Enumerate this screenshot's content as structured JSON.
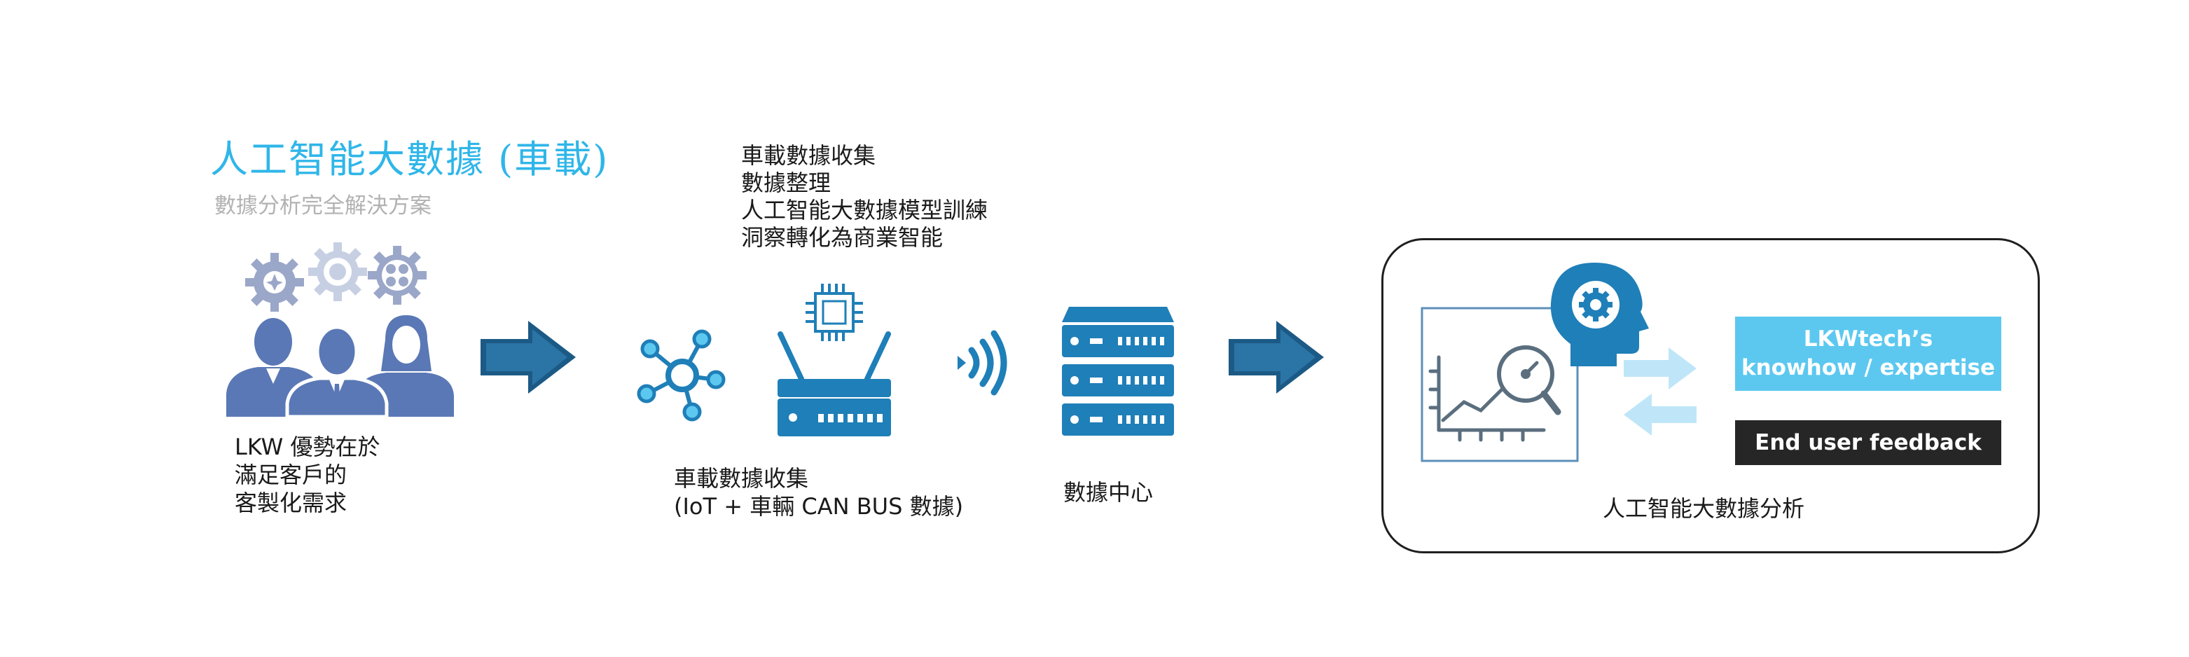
{
  "header": {
    "title": "人工智能大數據 (車載)",
    "subtitle": "數據分析完全解決方案"
  },
  "customer": {
    "caption_lines": [
      "LKW 優勢在於",
      "滿足客戶的",
      "客製化需求"
    ]
  },
  "collection": {
    "steps": [
      "車載數據收集",
      "數據整理",
      "人工智能大數據模型訓練",
      "洞察轉化為商業智能"
    ],
    "caption_lines": [
      "車載數據收集",
      "(IoT + 車輛 CAN BUS 數據)"
    ]
  },
  "datacenter": {
    "caption": "數據中心"
  },
  "analysis": {
    "expertise_lines": [
      "LKWtech’s",
      "knowhow / expertise"
    ],
    "feedback": "End user feedback",
    "caption": "人工智能大數據分析"
  },
  "colors": {
    "title": "#2fb6e8",
    "icon_blue": "#1f7fb8",
    "people_blue": "#5a78b5",
    "arrow_navy": "#1c5a86",
    "light_arrow": "#bfe6f8",
    "expertise_box": "#5cc8f0",
    "feedback_box": "#262626"
  }
}
